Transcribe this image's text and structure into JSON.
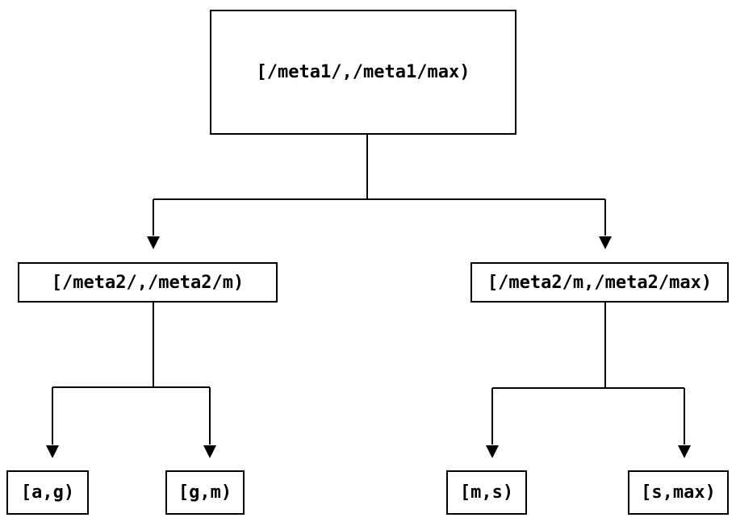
{
  "colors": {
    "background": "#ffffff",
    "line": "#000000",
    "box_border": "#000000",
    "text": "#000000"
  },
  "tree": {
    "root": {
      "label": "[/meta1/,/meta1/max)"
    },
    "children": [
      {
        "label": "[/meta2/,/meta2/m)"
      },
      {
        "label": "[/meta2/m,/meta2/max)"
      }
    ],
    "leaves": [
      {
        "label": "[a,g)"
      },
      {
        "label": "[g,m)"
      },
      {
        "label": "[m,s)"
      },
      {
        "label": "[s,max)"
      }
    ]
  }
}
